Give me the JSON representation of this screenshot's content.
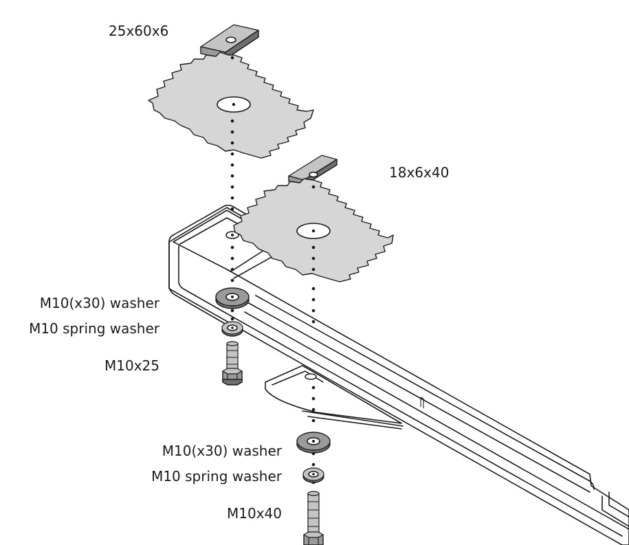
{
  "labels": {
    "top_plate": "25x60x6",
    "lower_plate": "18x6x40",
    "washer_left": "M10(x30) washer",
    "spring_washer_left": "M10 spring washer",
    "bolt_left": "M10x25",
    "washer_right": "M10(x30) washer",
    "spring_washer_right": "M10 spring washer",
    "bolt_right": "M10x40"
  },
  "colors": {
    "line": "#1a1a1a",
    "grip_plate_fill": "#d6d6d6",
    "steel_fill": "#9a9a9a",
    "background": "#ffffff"
  }
}
